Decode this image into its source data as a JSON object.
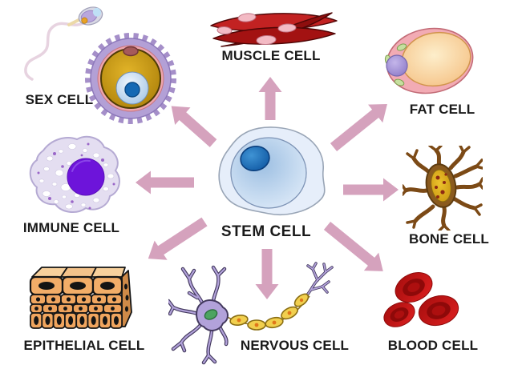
{
  "diagram": {
    "center": {
      "label": "STEM CELL"
    },
    "cells": [
      {
        "id": "sex-cell",
        "label": "SEX CELL"
      },
      {
        "id": "muscle-cell",
        "label": "MUSCLE CELL"
      },
      {
        "id": "fat-cell",
        "label": "FAT CELL"
      },
      {
        "id": "immune-cell",
        "label": "IMMUNE CELL"
      },
      {
        "id": "bone-cell",
        "label": "BONE CELL"
      },
      {
        "id": "epithelial-cell",
        "label": "EPITHELIAL CELL"
      },
      {
        "id": "nervous-cell",
        "label": "NERVOUS CELL"
      },
      {
        "id": "blood-cell",
        "label": "BLOOD CELL"
      }
    ],
    "colors": {
      "background": "#ffffff",
      "arrow": "#d5a2bd",
      "label_text": "#1a1a1a"
    }
  }
}
